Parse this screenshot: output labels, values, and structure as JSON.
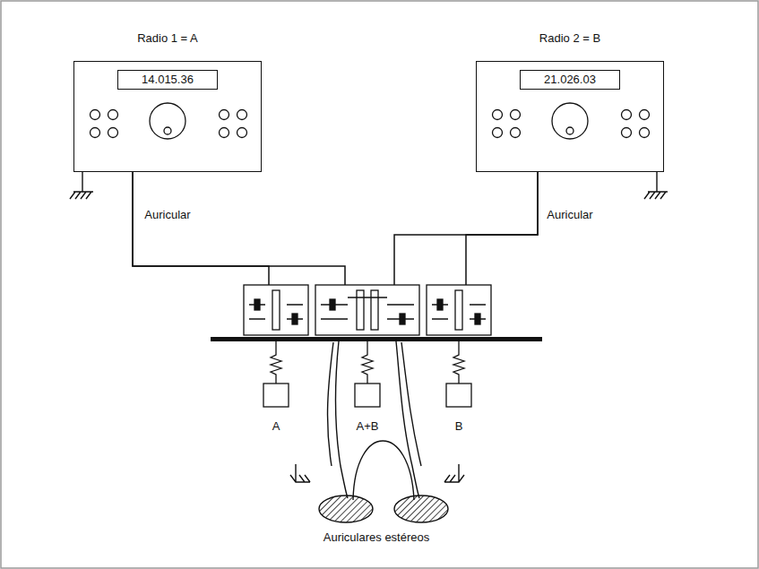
{
  "diagram": {
    "nodes": [
      {
        "text": [
          "Radio 1 = A",
          "Auricular"
        ]
      },
      {
        "text": [
          "14.015.36"
        ],
        "in": 0
      },
      {
        "text": [
          "Radio 2 = B",
          "Auricular"
        ]
      },
      {
        "text": [
          "21.026.03"
        ],
        "in": 2
      },
      {
        "text": [
          "A"
        ]
      },
      {
        "text": [
          "A+B"
        ]
      },
      {
        "text": [
          "B"
        ]
      }
    ],
    "edges": [
      {
        "from": 0,
        "to": 4,
        "arrow": "none"
      },
      {
        "from": 0,
        "to": 5,
        "arrow": "none"
      },
      {
        "from": 2,
        "to": 5,
        "arrow": "none"
      },
      {
        "from": 2,
        "to": 6,
        "arrow": "none"
      }
    ],
    "labels": [
      "Auriculares estéreos"
    ]
  }
}
